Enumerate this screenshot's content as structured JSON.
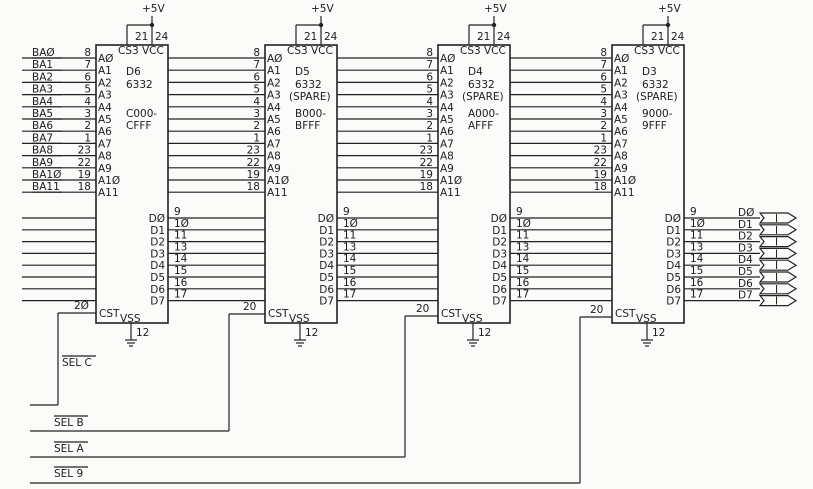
{
  "power_label": "+5V",
  "ground_pin": "12",
  "cs3_pin": "21",
  "vcc_pin": "24",
  "cs3_label": "CS3",
  "vcc_label": "VCC",
  "cst_label": "CST",
  "vss_label": "VSS",
  "address_pins": {
    "names": [
      "AØ",
      "A1",
      "A2",
      "A3",
      "A4",
      "A5",
      "A6",
      "A7",
      "A8",
      "A9",
      "A1Ø",
      "A11"
    ],
    "numbers": [
      "8",
      "7",
      "6",
      "5",
      "4",
      "3",
      "2",
      "1",
      "23",
      "22",
      "19",
      "18"
    ]
  },
  "data_pins": {
    "names": [
      "DØ",
      "D1",
      "D2",
      "D3",
      "D4",
      "D5",
      "D6",
      "D7"
    ],
    "numbers": [
      "9",
      "1Ø",
      "11",
      "13",
      "14",
      "15",
      "16",
      "17"
    ]
  },
  "bus_labels": [
    "BAØ",
    "BA1",
    "BA2",
    "BA3",
    "BA4",
    "BA5",
    "BA6",
    "BA7",
    "BA8",
    "BA9",
    "BA1Ø",
    "BA11"
  ],
  "output_labels": [
    "DØ",
    "D1",
    "D2",
    "D3",
    "D4",
    "D5",
    "D6",
    "D7"
  ],
  "connector_mark": "I",
  "chips": [
    {
      "ref": "D6",
      "part": "6332",
      "note": "",
      "range1": "C000-",
      "range2": "CFFF",
      "cst_pin": "2Ø",
      "select": "SEL C"
    },
    {
      "ref": "D5",
      "part": "6332",
      "note": "(SPARE)",
      "range1": "B000-",
      "range2": "BFFF",
      "cst_pin": "20",
      "select": "SEL B"
    },
    {
      "ref": "D4",
      "part": "6332",
      "note": "(SPARE)",
      "range1": "A000-",
      "range2": "AFFF",
      "cst_pin": "20",
      "select": "SEL A"
    },
    {
      "ref": "D3",
      "part": "6332",
      "note": "(SPARE)",
      "range1": "9000-",
      "range2": "9FFF",
      "cst_pin": "20",
      "select": "SEL 9"
    }
  ]
}
